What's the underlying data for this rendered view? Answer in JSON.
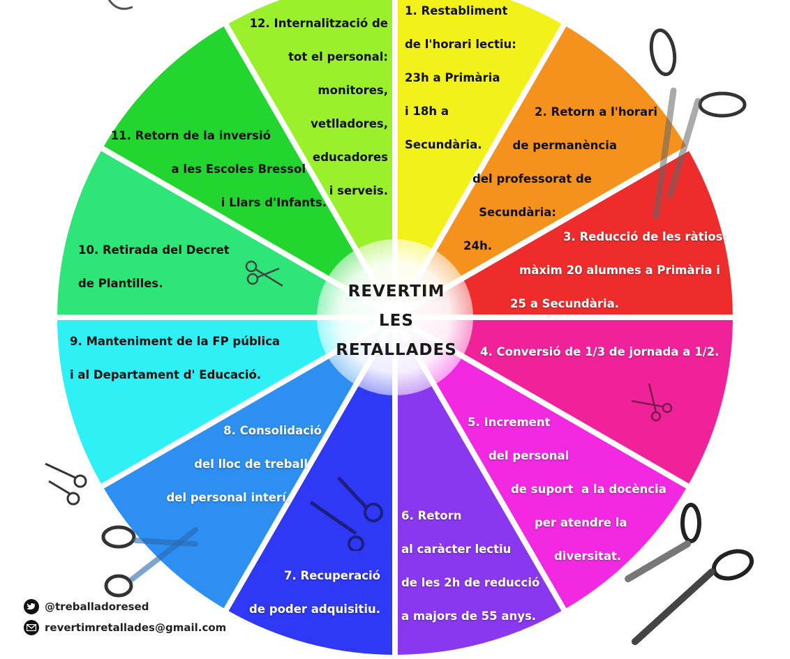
{
  "hub": {
    "line1": "REVERTIM",
    "line2": "LES",
    "line3": "RETALLADES"
  },
  "segments": [
    {
      "lines": [
        "1. Restabliment",
        "de l'horari lectiu:",
        "23h a Primària",
        "i 18h a",
        "Secundària."
      ],
      "color": "#f2f21a"
    },
    {
      "lines": [
        "2. Retorn a l'horari",
        "de permanència",
        "del professorat de",
        "Secundària:",
        "24h."
      ],
      "color": "#f5921e"
    },
    {
      "lines": [
        "3. Reducció de les ràtios:",
        "màxim 20 alumnes a Primària i",
        "25 a Secundària."
      ],
      "color": "#ee2c2c"
    },
    {
      "lines": [
        "4. Conversió de 1/3 de jornada a 1/2."
      ],
      "color": "#f0229a"
    },
    {
      "lines": [
        "5. Increment",
        "del personal",
        "de suport  a la docència",
        "per atendre la",
        "diversitat."
      ],
      "color": "#f229e0"
    },
    {
      "lines": [
        "6. Retorn",
        "al caràcter lectiu",
        "de les 2h de reducció",
        "a majors de 55 anys."
      ],
      "color": "#8a37f0"
    },
    {
      "lines": [
        "7. Recuperació",
        "de poder adquisitiu."
      ],
      "color": "#2e38f5"
    },
    {
      "lines": [
        "8. Consolidació",
        "del lloc de treball",
        "del personal interí."
      ],
      "color": "#2d8ff2"
    },
    {
      "lines": [
        "9. Manteniment de la FP pública",
        "i al Departament d' Educació."
      ],
      "color": "#2ef0f5"
    },
    {
      "lines": [
        "10. Retirada del Decret",
        "de Plantilles."
      ],
      "color": "#2ee678"
    },
    {
      "lines": [
        "11. Retorn de la inversió",
        "a les Escoles Bressol",
        "i Llars d'Infants."
      ],
      "color": "#22d62f"
    },
    {
      "lines": [
        "12. Internalització de",
        "tot el personal:",
        "monitores,",
        "vetlladores,",
        "educadores",
        "i serveis."
      ],
      "color": "#9af02a"
    }
  ],
  "contact": {
    "twitter_icon": "twitter-bird-icon",
    "twitter": "@treballadoresed",
    "email_icon": "envelope-icon",
    "email": "revertimretallades@gmail.com"
  },
  "decorations": {
    "icon": "scissors-icon"
  }
}
